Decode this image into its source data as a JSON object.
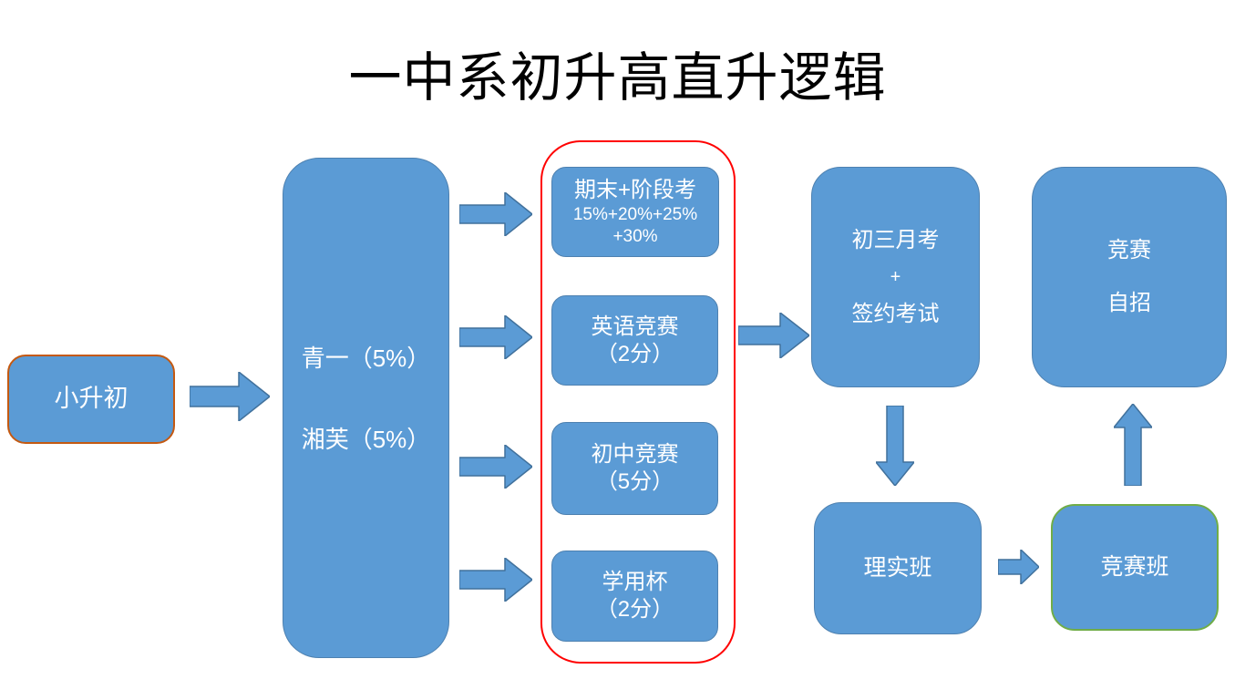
{
  "title": "一中系初升高直升逻辑",
  "colors": {
    "node_fill": "#5B9BD5",
    "node_border": "#4E81B0",
    "arrow_border": "#41719C",
    "start_node_border": "#C45911",
    "competition_class_border": "#70AD47",
    "highlight_outline": "#FF0000",
    "node_text": "#FFFFFF",
    "title_text": "#000000"
  },
  "nodes": {
    "start": {
      "label": "小升初"
    },
    "middle_school": {
      "line1": "青一（5%）",
      "line2": "湘芙（5%）"
    },
    "scoring": {
      "final_exams": {
        "title": "期末+阶段考",
        "detail1": "15%+20%+25%",
        "detail2": "+30%"
      },
      "english_contest": {
        "title": "英语竞赛",
        "score": "（2分）"
      },
      "junior_contest": {
        "title": "初中竞赛",
        "score": "（5分）"
      },
      "xueyong_cup": {
        "title": "学用杯",
        "score": "（2分）"
      }
    },
    "grade9_exam": {
      "line1": "初三月考",
      "line2": "+",
      "line3": "签约考试"
    },
    "outcome": {
      "line1": "竞赛",
      "line2": "自招"
    },
    "lishi_class": {
      "label": "理实班"
    },
    "competition_class": {
      "label": "竞赛班"
    }
  }
}
